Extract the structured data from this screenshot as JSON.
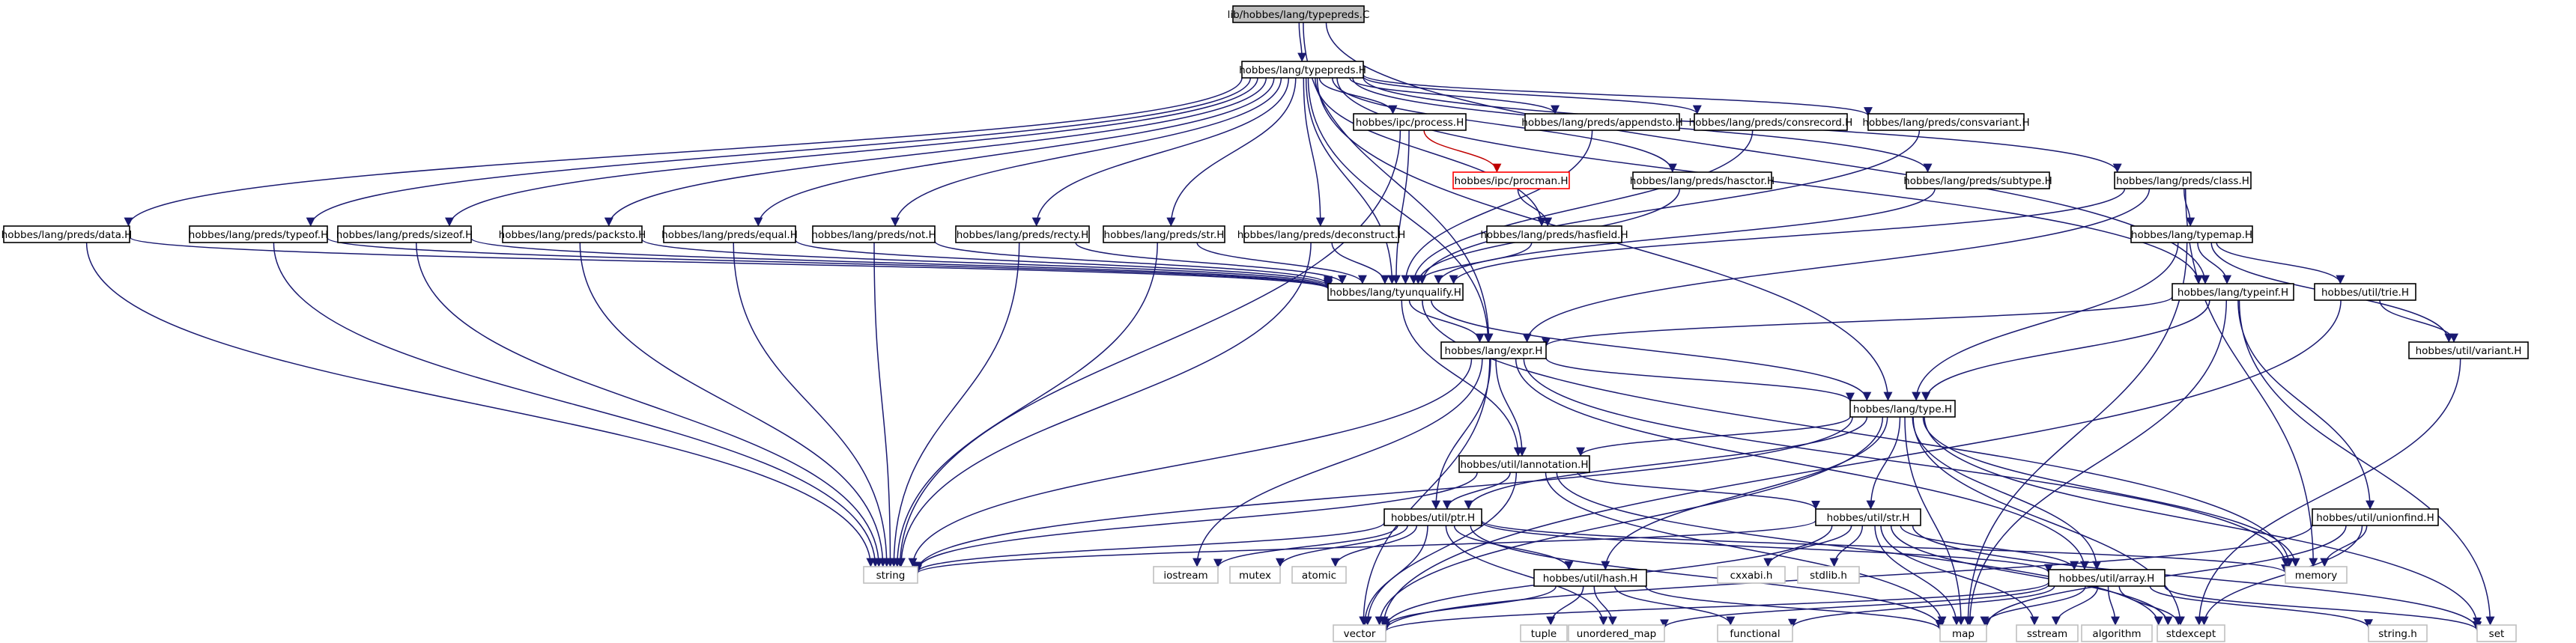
{
  "diagram": {
    "title": "lib/hobbes/lang/typepreds.C",
    "colors": {
      "edge": "#191970",
      "edge_red": "#c00000",
      "node_border": "#000000",
      "node_border_missing": "#bfbfbf",
      "node_border_red": "#ff0000",
      "root_fill": "#bfbfbf",
      "node_fill": "#ffffff"
    },
    "nodes": [
      {
        "id": "root",
        "label": "lib/hobbes/lang/typepreds.C",
        "kind": "root"
      },
      {
        "id": "tp",
        "label": "hobbes/lang/typepreds.H",
        "kind": "file"
      },
      {
        "id": "data",
        "label": "hobbes/lang/preds/data.H",
        "kind": "file"
      },
      {
        "id": "typeof",
        "label": "hobbes/lang/preds/typeof.H",
        "kind": "file"
      },
      {
        "id": "sizeof",
        "label": "hobbes/lang/preds/sizeof.H",
        "kind": "file"
      },
      {
        "id": "packsto",
        "label": "hobbes/lang/preds/packsto.H",
        "kind": "file"
      },
      {
        "id": "equal",
        "label": "hobbes/lang/preds/equal.H",
        "kind": "file"
      },
      {
        "id": "not",
        "label": "hobbes/lang/preds/not.H",
        "kind": "file"
      },
      {
        "id": "recty",
        "label": "hobbes/lang/preds/recty.H",
        "kind": "file"
      },
      {
        "id": "str",
        "label": "hobbes/lang/preds/str.H",
        "kind": "file"
      },
      {
        "id": "decon",
        "label": "hobbes/lang/preds/deconstruct.H",
        "kind": "file"
      },
      {
        "id": "process",
        "label": "hobbes/ipc/process.H",
        "kind": "file"
      },
      {
        "id": "procman",
        "label": "hobbes/ipc/procman.H",
        "kind": "red"
      },
      {
        "id": "hasfield",
        "label": "hobbes/lang/preds/hasfield.H",
        "kind": "file"
      },
      {
        "id": "appendsto",
        "label": "hobbes/lang/preds/appendsto.H",
        "kind": "file"
      },
      {
        "id": "hasctor",
        "label": "hobbes/lang/preds/hasctor.H",
        "kind": "file"
      },
      {
        "id": "consrec",
        "label": "hobbes/lang/preds/consrecord.H",
        "kind": "file"
      },
      {
        "id": "consvar",
        "label": "hobbes/lang/preds/consvariant.H",
        "kind": "file"
      },
      {
        "id": "subtype",
        "label": "hobbes/lang/preds/subtype.H",
        "kind": "file"
      },
      {
        "id": "class",
        "label": "hobbes/lang/preds/class.H",
        "kind": "file"
      },
      {
        "id": "typemap",
        "label": "hobbes/lang/typemap.H",
        "kind": "file"
      },
      {
        "id": "tyunq",
        "label": "hobbes/lang/tyunqualify.H",
        "kind": "file"
      },
      {
        "id": "typeinf",
        "label": "hobbes/lang/typeinf.H",
        "kind": "file"
      },
      {
        "id": "trie",
        "label": "hobbes/util/trie.H",
        "kind": "file"
      },
      {
        "id": "variant",
        "label": "hobbes/util/variant.H",
        "kind": "file"
      },
      {
        "id": "expr",
        "label": "hobbes/lang/expr.H",
        "kind": "file"
      },
      {
        "id": "type",
        "label": "hobbes/lang/type.H",
        "kind": "file"
      },
      {
        "id": "annot",
        "label": "hobbes/util/lannotation.H",
        "kind": "file"
      },
      {
        "id": "unionfind",
        "label": "hobbes/util/unionfind.H",
        "kind": "file"
      },
      {
        "id": "ptr",
        "label": "hobbes/util/ptr.H",
        "kind": "file"
      },
      {
        "id": "ustr",
        "label": "hobbes/util/str.H",
        "kind": "file"
      },
      {
        "id": "hash",
        "label": "hobbes/util/hash.H",
        "kind": "file"
      },
      {
        "id": "array",
        "label": "hobbes/util/array.H",
        "kind": "file"
      },
      {
        "id": "string",
        "label": "string",
        "kind": "sys"
      },
      {
        "id": "iostream",
        "label": "iostream",
        "kind": "sys"
      },
      {
        "id": "mutex",
        "label": "mutex",
        "kind": "sys"
      },
      {
        "id": "atomic",
        "label": "atomic",
        "kind": "sys"
      },
      {
        "id": "cxxabi",
        "label": "cxxabi.h",
        "kind": "sys"
      },
      {
        "id": "stdlib",
        "label": "stdlib.h",
        "kind": "sys"
      },
      {
        "id": "memory",
        "label": "memory",
        "kind": "sys"
      },
      {
        "id": "vector",
        "label": "vector",
        "kind": "sys"
      },
      {
        "id": "tuple",
        "label": "tuple",
        "kind": "sys"
      },
      {
        "id": "umap",
        "label": "unordered_map",
        "kind": "sys"
      },
      {
        "id": "functional",
        "label": "functional",
        "kind": "sys"
      },
      {
        "id": "map",
        "label": "map",
        "kind": "sys"
      },
      {
        "id": "sstream",
        "label": "sstream",
        "kind": "sys"
      },
      {
        "id": "algorithm",
        "label": "algorithm",
        "kind": "sys"
      },
      {
        "id": "stdexcept",
        "label": "stdexcept",
        "kind": "sys"
      },
      {
        "id": "stringh",
        "label": "string.h",
        "kind": "sys"
      },
      {
        "id": "set",
        "label": "set",
        "kind": "sys"
      }
    ],
    "edges": [
      [
        "root",
        "tp"
      ],
      [
        "root",
        "expr"
      ],
      [
        "root",
        "typeinf"
      ],
      [
        "tp",
        "data"
      ],
      [
        "tp",
        "typeof"
      ],
      [
        "tp",
        "sizeof"
      ],
      [
        "tp",
        "packsto"
      ],
      [
        "tp",
        "equal"
      ],
      [
        "tp",
        "not"
      ],
      [
        "tp",
        "recty"
      ],
      [
        "tp",
        "str"
      ],
      [
        "tp",
        "decon"
      ],
      [
        "tp",
        "process"
      ],
      [
        "tp",
        "hasfield"
      ],
      [
        "tp",
        "appendsto"
      ],
      [
        "tp",
        "hasctor"
      ],
      [
        "tp",
        "consrec"
      ],
      [
        "tp",
        "consvar"
      ],
      [
        "tp",
        "subtype"
      ],
      [
        "tp",
        "class"
      ],
      [
        "tp",
        "typeinf"
      ],
      [
        "tp",
        "tyunq"
      ],
      [
        "tp",
        "expr"
      ],
      [
        "tp",
        "type"
      ],
      [
        "data",
        "tyunq"
      ],
      [
        "data",
        "string"
      ],
      [
        "typeof",
        "tyunq"
      ],
      [
        "typeof",
        "string"
      ],
      [
        "sizeof",
        "tyunq"
      ],
      [
        "sizeof",
        "string"
      ],
      [
        "packsto",
        "tyunq"
      ],
      [
        "packsto",
        "string"
      ],
      [
        "equal",
        "tyunq"
      ],
      [
        "equal",
        "string"
      ],
      [
        "not",
        "tyunq"
      ],
      [
        "not",
        "string"
      ],
      [
        "recty",
        "tyunq"
      ],
      [
        "recty",
        "string"
      ],
      [
        "str",
        "tyunq"
      ],
      [
        "str",
        "string"
      ],
      [
        "decon",
        "tyunq"
      ],
      [
        "decon",
        "string"
      ],
      [
        "process",
        "procman",
        "red"
      ],
      [
        "process",
        "string"
      ],
      [
        "process",
        "tyunq"
      ],
      [
        "procman",
        "hasfield"
      ],
      [
        "hasfield",
        "tyunq"
      ],
      [
        "appendsto",
        "tyunq"
      ],
      [
        "hasctor",
        "tyunq"
      ],
      [
        "consrec",
        "tyunq"
      ],
      [
        "consvar",
        "tyunq"
      ],
      [
        "subtype",
        "tyunq"
      ],
      [
        "class",
        "typemap"
      ],
      [
        "class",
        "tyunq"
      ],
      [
        "class",
        "memory"
      ],
      [
        "class",
        "expr"
      ],
      [
        "typemap",
        "typeinf"
      ],
      [
        "typemap",
        "trie"
      ],
      [
        "typemap",
        "variant"
      ],
      [
        "typemap",
        "type"
      ],
      [
        "typemap",
        "map"
      ],
      [
        "tyunq",
        "expr"
      ],
      [
        "tyunq",
        "type"
      ],
      [
        "tyunq",
        "annot"
      ],
      [
        "tyunq",
        "memory"
      ],
      [
        "typeinf",
        "expr"
      ],
      [
        "typeinf",
        "type"
      ],
      [
        "typeinf",
        "unionfind"
      ],
      [
        "typeinf",
        "map"
      ],
      [
        "typeinf",
        "set"
      ],
      [
        "trie",
        "variant"
      ],
      [
        "trie",
        "vector"
      ],
      [
        "variant",
        "stdexcept"
      ],
      [
        "expr",
        "type"
      ],
      [
        "expr",
        "annot"
      ],
      [
        "expr",
        "ptr"
      ],
      [
        "expr",
        "array"
      ],
      [
        "expr",
        "string"
      ],
      [
        "expr",
        "iostream"
      ],
      [
        "expr",
        "vector"
      ],
      [
        "expr",
        "memory"
      ],
      [
        "type",
        "annot"
      ],
      [
        "type",
        "ptr"
      ],
      [
        "type",
        "ustr"
      ],
      [
        "type",
        "hash"
      ],
      [
        "type",
        "array"
      ],
      [
        "type",
        "string"
      ],
      [
        "type",
        "vector"
      ],
      [
        "type",
        "map"
      ],
      [
        "type",
        "memory"
      ],
      [
        "type",
        "set"
      ],
      [
        "type",
        "stdexcept"
      ],
      [
        "annot",
        "ptr"
      ],
      [
        "annot",
        "ustr"
      ],
      [
        "annot",
        "string"
      ],
      [
        "annot",
        "vector"
      ],
      [
        "annot",
        "map"
      ],
      [
        "annot",
        "stdexcept"
      ],
      [
        "unionfind",
        "memory"
      ],
      [
        "unionfind",
        "vector"
      ],
      [
        "unionfind",
        "map"
      ],
      [
        "unionfind",
        "stdexcept"
      ],
      [
        "ptr",
        "hash"
      ],
      [
        "ptr",
        "array"
      ],
      [
        "ptr",
        "string"
      ],
      [
        "ptr",
        "iostream"
      ],
      [
        "ptr",
        "mutex"
      ],
      [
        "ptr",
        "atomic"
      ],
      [
        "ptr",
        "vector"
      ],
      [
        "ptr",
        "umap"
      ],
      [
        "ptr",
        "map"
      ],
      [
        "ptr",
        "memory"
      ],
      [
        "ustr",
        "array"
      ],
      [
        "ustr",
        "string"
      ],
      [
        "ustr",
        "cxxabi"
      ],
      [
        "ustr",
        "stdlib"
      ],
      [
        "ustr",
        "vector"
      ],
      [
        "ustr",
        "map"
      ],
      [
        "ustr",
        "sstream"
      ],
      [
        "ustr",
        "set"
      ],
      [
        "ustr",
        "stdexcept"
      ],
      [
        "hash",
        "tuple"
      ],
      [
        "hash",
        "umap"
      ],
      [
        "hash",
        "functional"
      ],
      [
        "hash",
        "vector"
      ],
      [
        "hash",
        "map"
      ],
      [
        "array",
        "vector"
      ],
      [
        "array",
        "map"
      ],
      [
        "array",
        "functional"
      ],
      [
        "array",
        "umap"
      ],
      [
        "array",
        "sstream"
      ],
      [
        "array",
        "algorithm"
      ],
      [
        "array",
        "stdexcept"
      ],
      [
        "array",
        "stringh"
      ],
      [
        "array",
        "set"
      ]
    ]
  }
}
